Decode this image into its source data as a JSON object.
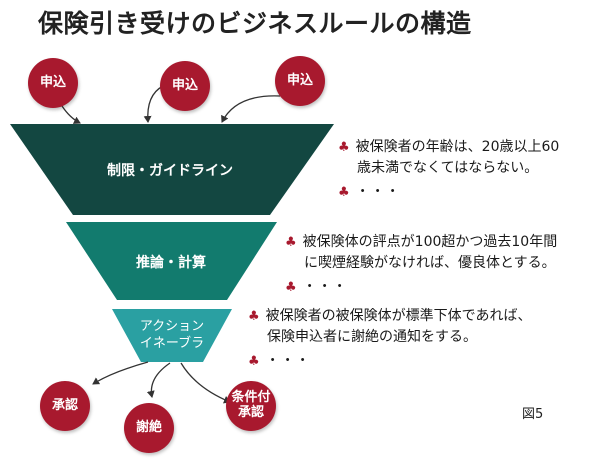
{
  "title": "保険引き受けのビジネスルールの構造",
  "inputs": [
    "申込",
    "申込",
    "申込"
  ],
  "layers": [
    {
      "label": "制限・ガイドライン",
      "color": "#134741"
    },
    {
      "label": "推論・計算",
      "color": "#127b6e"
    },
    {
      "label_line1": "アクション",
      "label_line2": "イネーブラ",
      "color": "#2aa0a2"
    }
  ],
  "notes": [
    {
      "line1": "被保険者の年齢は、20歳以上60",
      "line2": "歳未満でなくてはならない。",
      "more": "・・・"
    },
    {
      "line1": "被保険体の評点が100超かつ過去10年間",
      "line2": "に喫煙経験がなければ、優良体とする。",
      "more": "・・・"
    },
    {
      "line1": "被保険者の被保険体が標準下体であれば、",
      "line2": "保険申込者に謝絶の通知をする。",
      "more": "・・・"
    }
  ],
  "bullet_symbol": "♣",
  "outcomes": [
    {
      "label": "承認"
    },
    {
      "label": "謝絶"
    },
    {
      "line1": "条件付",
      "line2": "承認"
    }
  ],
  "figure_label": "図5",
  "colors": {
    "circle": "#a8192e",
    "arrow": "#333333"
  }
}
